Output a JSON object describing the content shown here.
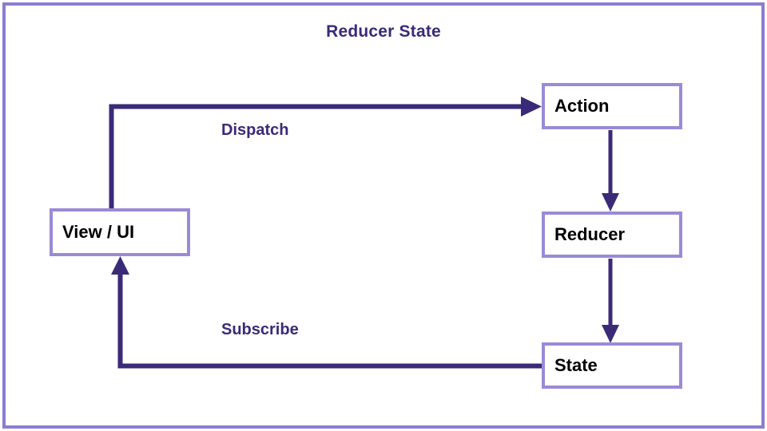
{
  "diagram": {
    "title": "Reducer State",
    "type": "flow-diagram",
    "colors": {
      "frame_border": "#8d7dd0",
      "node_border": "#9b8ad6",
      "node_fill": "#ffffff",
      "arrow": "#3b2a78",
      "title_text": "#3b2a78",
      "node_text": "#000000",
      "edge_label_text": "#3b2a78",
      "background": "#ffffff"
    },
    "nodes": [
      {
        "id": "action",
        "label": "Action"
      },
      {
        "id": "reducer",
        "label": "Reducer"
      },
      {
        "id": "state",
        "label": "State"
      },
      {
        "id": "view",
        "label": "View / UI"
      }
    ],
    "edges": [
      {
        "id": "dispatch",
        "from": "view",
        "to": "action",
        "label": "Dispatch"
      },
      {
        "id": "action-to-reducer",
        "from": "action",
        "to": "reducer",
        "label": ""
      },
      {
        "id": "reducer-to-state",
        "from": "reducer",
        "to": "state",
        "label": ""
      },
      {
        "id": "subscribe",
        "from": "state",
        "to": "view",
        "label": "Subscribe"
      }
    ]
  }
}
